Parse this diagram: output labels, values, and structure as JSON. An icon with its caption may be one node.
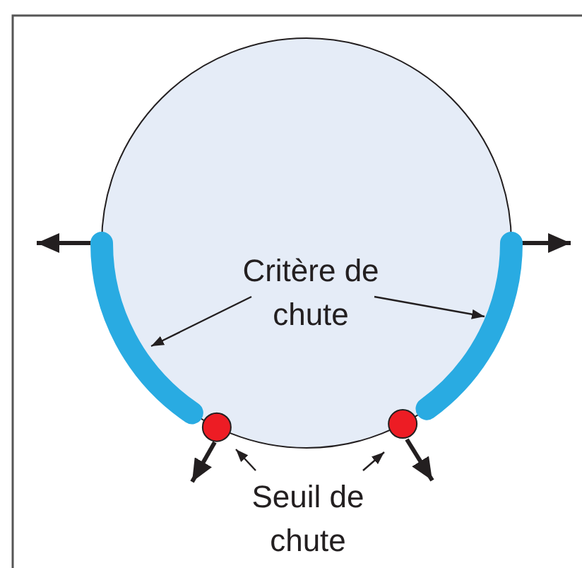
{
  "diagram": {
    "nodes": [
      {
        "text": [
          "Critère de chute"
        ]
      },
      {
        "text": [],
        "shape": "arc"
      },
      {
        "text": [],
        "shape": "arc"
      },
      {
        "text": [
          "Seuil de chute"
        ]
      },
      {
        "text": [],
        "shape": "circle"
      },
      {
        "text": [],
        "shape": "circle"
      }
    ],
    "edges": [
      {
        "from": 0,
        "to": 1,
        "arrow": "to"
      },
      {
        "from": 0,
        "to": 2,
        "arrow": "to"
      },
      {
        "from": 3,
        "to": 4,
        "arrow": "to"
      },
      {
        "from": 3,
        "to": 5,
        "arrow": "to"
      }
    ]
  }
}
